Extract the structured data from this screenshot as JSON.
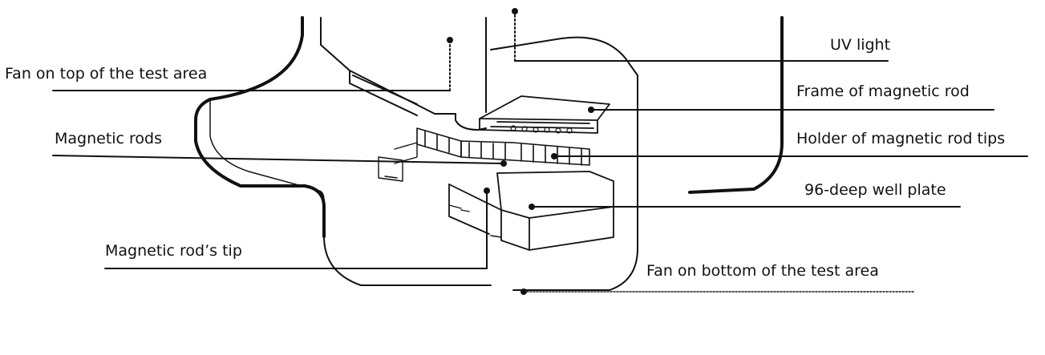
{
  "labels": {
    "fan_top": "Fan on top of the test area",
    "magnetic_rods": "Magnetic rods",
    "magnetic_rod_tip": "Magnetic rod’s tip",
    "uv_light": "UV light",
    "frame": "Frame of magnetic rod",
    "holder": "Holder of magnetic rod tips",
    "plate": "96-deep well plate",
    "fan_bottom": "Fan on bottom of the test area"
  },
  "colors": {
    "ink": "#111111",
    "watermark": "#969696"
  }
}
